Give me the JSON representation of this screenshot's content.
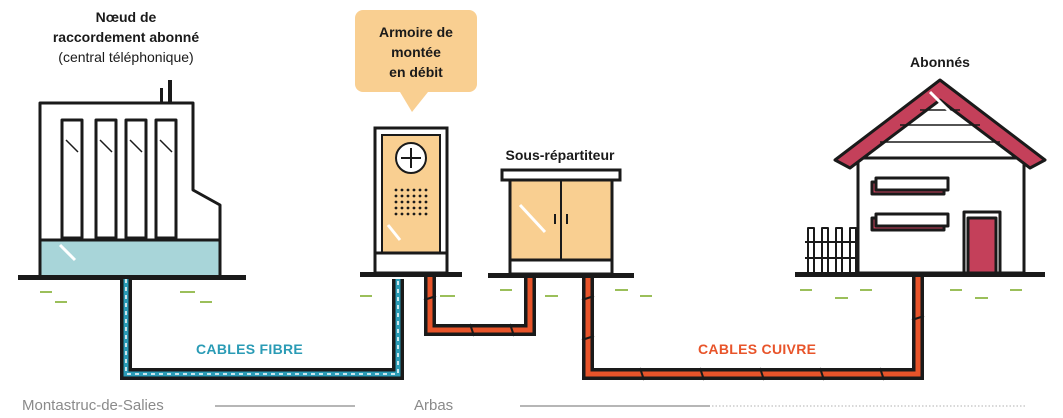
{
  "labels": {
    "central_title": "Nœud de",
    "central_title2": "raccordement abonné",
    "central_sub": "(central téléphonique)",
    "armoire_l1": "Armoire de",
    "armoire_l2": "montée",
    "armoire_l3": "en débit",
    "sous_repartiteur": "Sous-répartiteur",
    "abonnes": "Abonnés"
  },
  "cables": {
    "fibre": "CABLES FIBRE",
    "cuivre": "CABLES CUIVRE"
  },
  "places": {
    "left": "Montastruc-de-Salies",
    "middle": "Arbas"
  },
  "colors": {
    "fibre": "#2a9bb5",
    "cuivre": "#e8542a",
    "bubble": "#f9cf91",
    "roof": "#c4405a",
    "fibre_water": "#a8d5d9",
    "cabinet": "#f9cf91"
  },
  "icons": {
    "plus": "plus-circle-icon"
  }
}
